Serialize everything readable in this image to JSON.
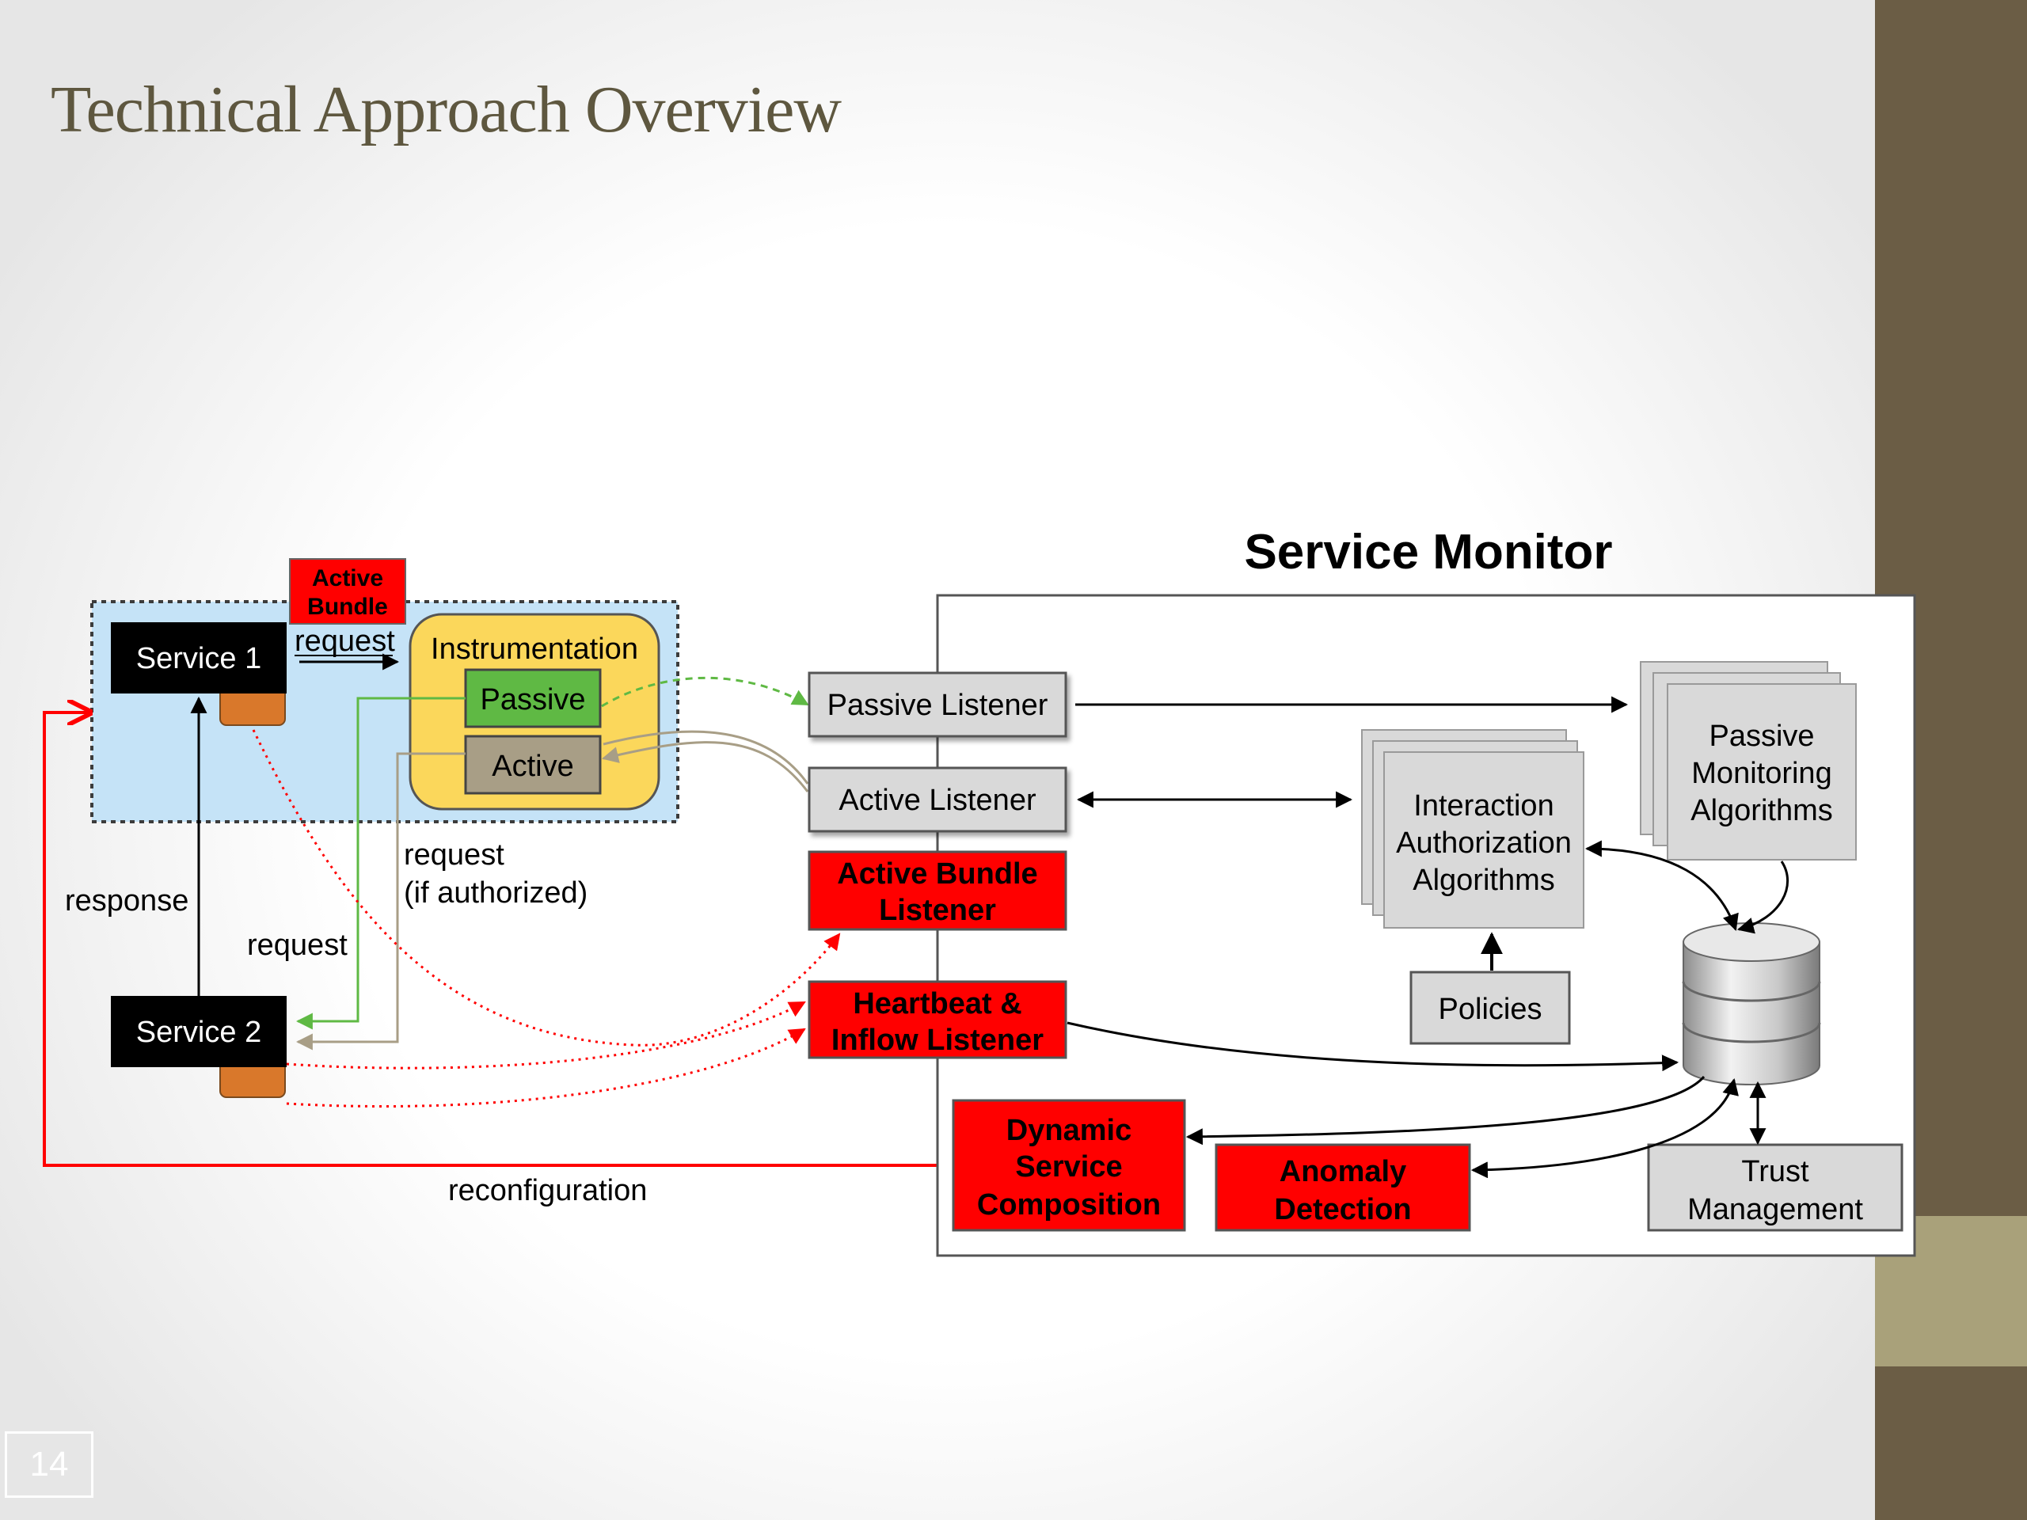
{
  "slide": {
    "title": "Technical Approach Overview",
    "page_number": "14"
  },
  "colors": {
    "red": "#ff0000",
    "gray_box": "#d9d9d9",
    "black_box": "#000000",
    "passive_green": "#5fb944",
    "active_tan": "#a89e86",
    "instrumentation_yellow": "#fbd75b",
    "service_area_blue": "#c5e3f7",
    "orange_tab": "#d9782b",
    "band_dark": "#6b5d45",
    "band_light": "#a9a17a"
  },
  "diagram": {
    "service_monitor_title": "Service Monitor",
    "active_bundle_tag": [
      "Active",
      "Bundle"
    ],
    "service1": "Service 1",
    "service2": "Service 2",
    "instrumentation": "Instrumentation",
    "passive": "Passive",
    "active": "Active",
    "passive_listener": "Passive Listener",
    "active_listener": "Active Listener",
    "active_bundle_listener": [
      "Active Bundle",
      "Listener"
    ],
    "heartbeat_listener": [
      "Heartbeat &",
      "Inflow Listener"
    ],
    "dynamic_composition": [
      "Dynamic",
      "Service",
      "Composition"
    ],
    "anomaly_detection": [
      "Anomaly",
      "Detection"
    ],
    "interaction_algorithms": [
      "Interaction",
      "Authorization",
      "Algorithms"
    ],
    "passive_algorithms": [
      "Passive",
      "Monitoring",
      "Algorithms"
    ],
    "policies": "Policies",
    "trust_management": [
      "Trust",
      "Management"
    ],
    "labels": {
      "request_top": "request",
      "request_if_authorized": [
        "request",
        "(if authorized)"
      ],
      "response": "response",
      "request_left": "request",
      "reconfiguration": "reconfiguration"
    }
  }
}
